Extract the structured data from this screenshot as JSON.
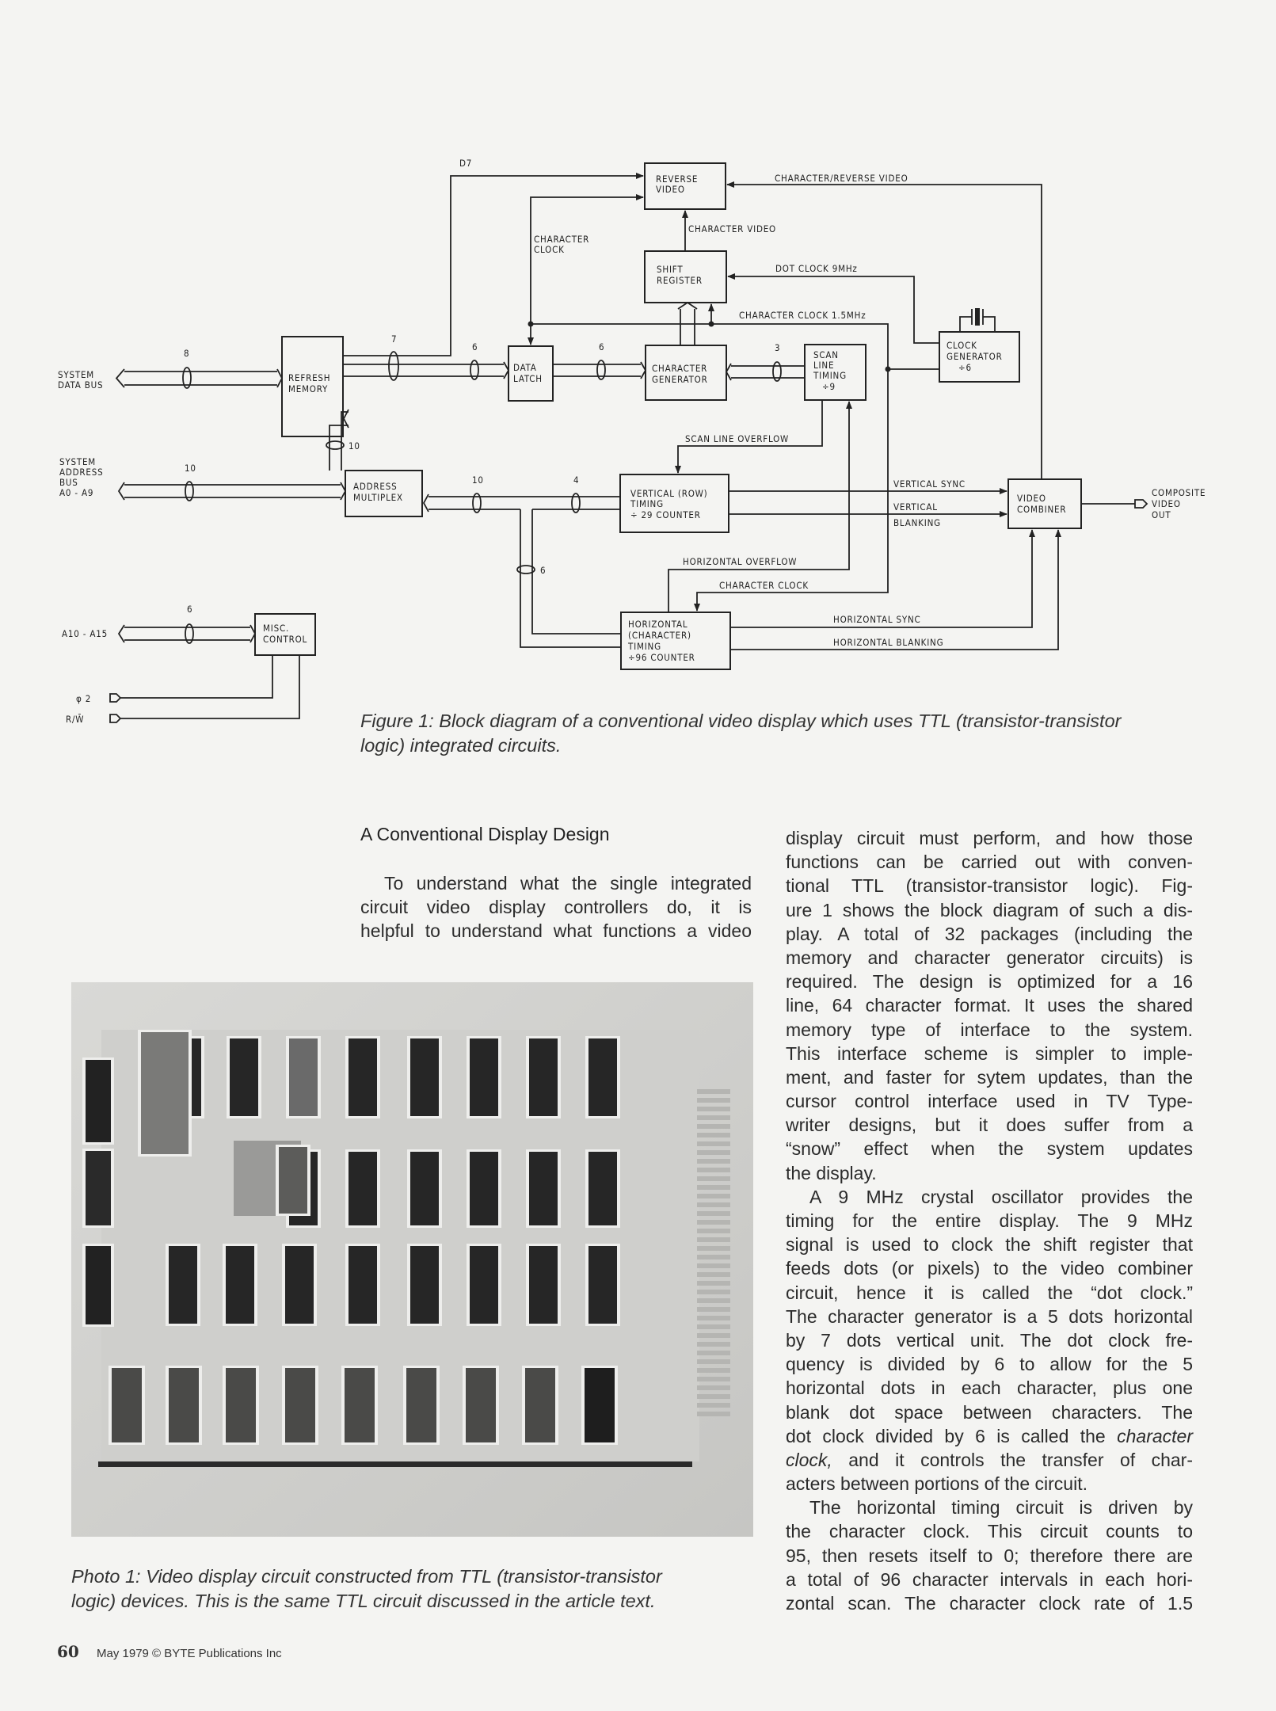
{
  "figure": {
    "blocks": {
      "refresh_memory": [
        "REFRESH",
        "MEMORY"
      ],
      "data_latch": [
        "DATA",
        "LATCH"
      ],
      "reverse_video": [
        "REVERSE",
        "VIDEO"
      ],
      "shift_register": [
        "SHIFT",
        "REGISTER"
      ],
      "character_generator": [
        "CHARACTER",
        "GENERATOR"
      ],
      "scan_line_timing": [
        "SCAN",
        "LINE",
        "TIMING",
        "÷9"
      ],
      "clock_generator": [
        "CLOCK",
        "GENERATOR",
        "÷6"
      ],
      "address_multiplex": [
        "ADDRESS",
        "MULTIPLEX"
      ],
      "vertical_timing": [
        "VERTICAL (ROW)",
        "TIMING",
        "÷ 29 COUNTER"
      ],
      "horizontal_timing": [
        "HORIZONTAL",
        "(CHARACTER)",
        "TIMING",
        "÷96 COUNTER"
      ],
      "video_combiner": [
        "VIDEO",
        "COMBINER"
      ],
      "misc_control": [
        "MISC.",
        "CONTROL"
      ]
    },
    "io": {
      "system_data_bus": [
        "SYSTEM",
        "DATA BUS"
      ],
      "system_address_bus": [
        "SYSTEM",
        "ADDRESS",
        "BUS",
        "A0 - A9"
      ],
      "a10_a15": "A10 - A15",
      "phi2": "φ 2",
      "rw": "R/W̄",
      "composite_video_out": [
        "COMPOSITE",
        "VIDEO",
        "OUT"
      ]
    },
    "signals": {
      "d7": "D7",
      "character_clock_top": [
        "CHARACTER",
        "CLOCK"
      ],
      "character_reverse_video": "CHARACTER/REVERSE VIDEO",
      "character_video": "CHARACTER VIDEO",
      "dot_clock": "DOT CLOCK 9MHz",
      "character_clock_15": "CHARACTER CLOCK 1.5MHz",
      "scan_line_overflow": "SCAN LINE OVERFLOW",
      "vertical_sync": "VERTICAL SYNC",
      "vertical_blanking": [
        "VERTICAL",
        "BLANKING"
      ],
      "horizontal_overflow": "HORIZONTAL OVERFLOW",
      "character_clock_bottom": "CHARACTER CLOCK",
      "horizontal_sync": "HORIZONTAL SYNC",
      "horizontal_blanking": "HORIZONTAL BLANKING"
    },
    "bus_widths": {
      "data_bus": "8",
      "refresh_out": "7",
      "latch_in": "6",
      "chargen_in": "6",
      "scan_out": "3",
      "address_bus": "10",
      "mux_to_refresh": "10",
      "mux_in": "10",
      "vertical_out": "4",
      "horizontal_out": "6",
      "a10_a15": "6"
    },
    "caption": [
      "Figure 1: Block diagram of a conventional video display which uses TTL (transistor-transistor",
      "logic) integrated circuits."
    ]
  },
  "article": {
    "heading": "A Conventional Display Design",
    "left_lines": [
      "To understand what the single integrated",
      "circuit video display controllers do, it is",
      "helpful to understand what functions a video"
    ],
    "right_lines": [
      "display circuit must perform, and how those",
      "functions can be carried out with conven-",
      "tional TTL (transistor-transistor logic). Fig-",
      "ure 1 shows the block diagram of such a dis-",
      "play. A total of 32 packages (including the",
      "memory and character generator circuits) is",
      "required. The design is optimized for a 16",
      "line, 64 character format. It uses the shared",
      "memory type of interface to the system.",
      "This interface scheme is simpler to imple-",
      "ment, and faster for sytem updates, than the",
      "cursor control interface used in TV Type-",
      "writer designs, but it does suffer from a",
      "“snow” effect when the system updates",
      "the display.",
      "A 9 MHz crystal oscillator provides the",
      "timing for the entire display. The 9 MHz",
      "signal is used to clock the shift register that",
      "feeds dots (or pixels) to the video combiner",
      "circuit, hence it is called the “dot clock.”",
      "The character generator is a 5 dots horizontal",
      "by 7 dots vertical unit. The dot clock fre-",
      "quency is divided by 6 to allow for the 5",
      "horizontal dots in each character, plus one",
      "blank dot space between characters. The",
      [
        [
          "dot clock divided by 6 is called the ",
          false
        ],
        [
          "character",
          true
        ]
      ],
      [
        [
          "clock,",
          true
        ],
        [
          " and it controls the transfer of char-",
          false
        ]
      ],
      "acters between portions of the circuit.",
      "The horizontal timing circuit is driven by",
      "the character clock. This circuit counts to",
      "95, then resets itself to 0; therefore there are",
      "a total of 96 character intervals in each hori-",
      "zontal scan. The character clock rate of 1.5"
    ]
  },
  "photo": {
    "caption": [
      "Photo 1: Video display circuit constructed from TTL (transistor-transistor",
      "logic) devices. This is the same TTL circuit discussed in the article text."
    ]
  },
  "footer": {
    "page_number": "60",
    "credit": "May 1979 © BYTE Publications Inc"
  }
}
